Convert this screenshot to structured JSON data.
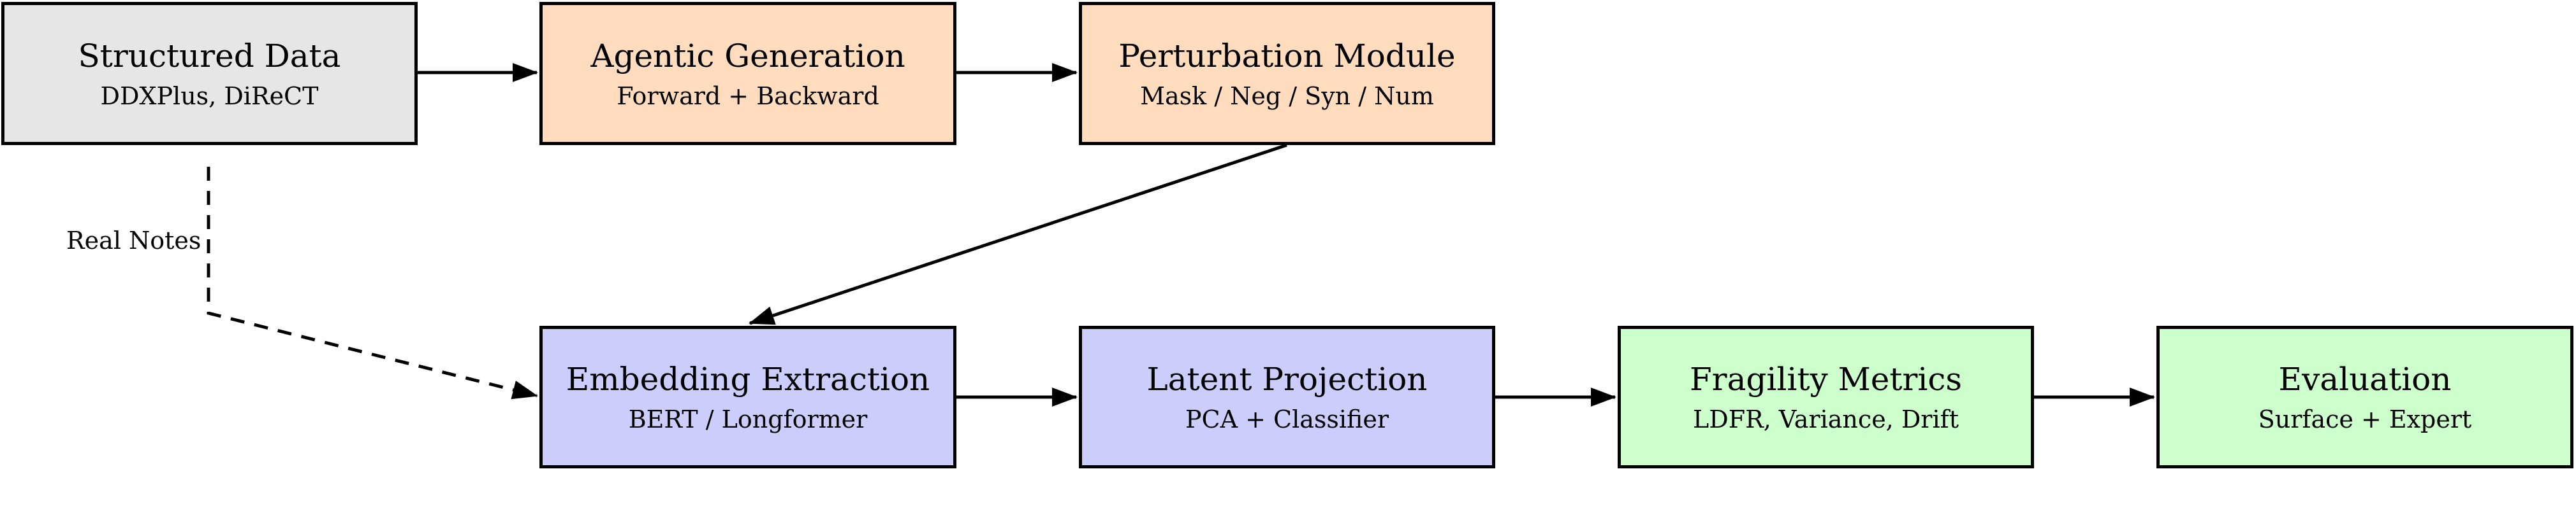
{
  "colors": {
    "gray": "#e6e6e6",
    "orange": "#ffdcbe",
    "blue": "#cccdfa",
    "green": "#ccffcc",
    "stroke": "#000000"
  },
  "nodes": {
    "structured_data": {
      "title": "Structured Data",
      "subtitle": "DDXPlus, DiReCT"
    },
    "agentic_generation": {
      "title": "Agentic Generation",
      "subtitle": "Forward + Backward"
    },
    "perturbation_module": {
      "title": "Perturbation Module",
      "subtitle": "Mask / Neg / Syn / Num"
    },
    "embedding_extraction": {
      "title": "Embedding Extraction",
      "subtitle": "BERT / Longformer"
    },
    "latent_projection": {
      "title": "Latent Projection",
      "subtitle": "PCA + Classifier"
    },
    "fragility_metrics": {
      "title": "Fragility Metrics",
      "subtitle": "LDFR, Variance, Drift"
    },
    "evaluation": {
      "title": "Evaluation",
      "subtitle": "Surface + Expert"
    }
  },
  "edge_labels": {
    "real_notes": "Real Notes"
  }
}
